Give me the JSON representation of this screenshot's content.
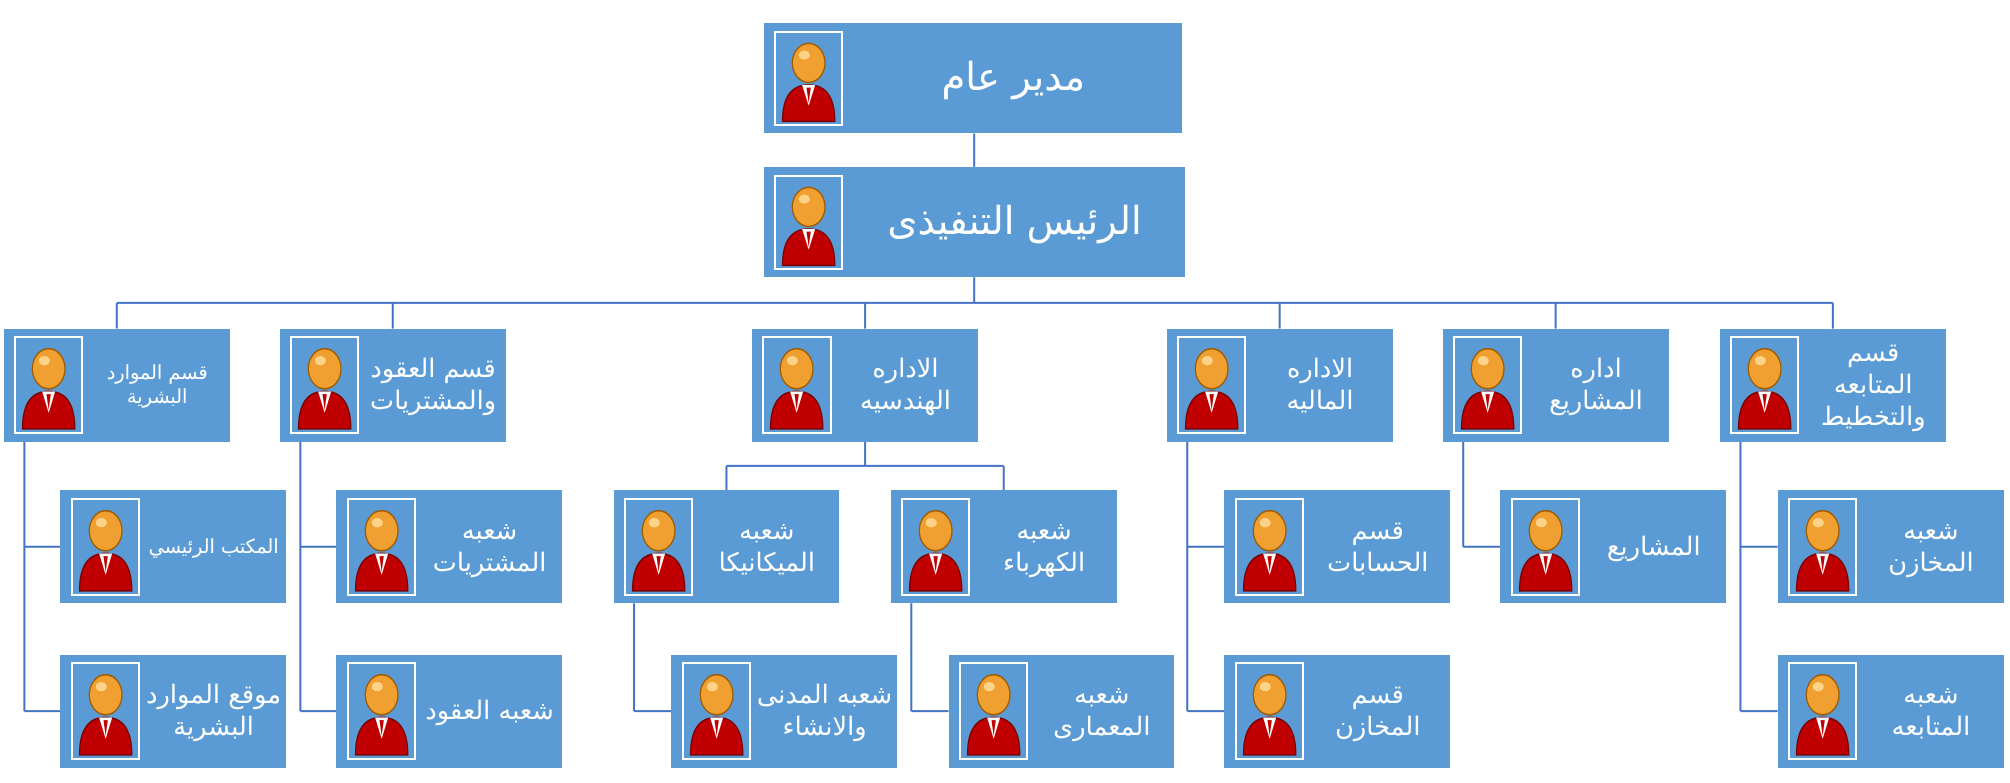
{
  "chart": {
    "nodes": {
      "general_manager": "مدير عام",
      "ceo": "الرئيس التنفيذى",
      "hr_dept": "قسم الموارد البشرية",
      "contracts_dept": "قسم العقود والمشتريات",
      "engineering_admin": "الاداره الهندسيه",
      "finance_admin": "الاداره الماليه",
      "projects_admin": "اداره المشاريع",
      "followup_dept": "قسم المتابعه والتخطيط",
      "main_office": "المكتب الرئيسي",
      "hr_site": "موقع الموارد البشرية",
      "purchases_div": "شعبه المشتريات",
      "contracts_div": "شعبه العقود",
      "mechanics_div": "شعبه الميكانيكا",
      "electric_div": "شعبه الكهرباء",
      "civil_div": "شعبه المدنى والانشاء",
      "architecture_div": "شعبه المعمارى",
      "accounts_dept": "قسم الحسابات",
      "stores_dept": "قسم المخازن",
      "projects": "المشاريع",
      "stores_div": "شعبه المخازن",
      "followup_div": "شعبه المتابعه"
    }
  },
  "colors": {
    "box_fill": "#5B9BD5",
    "connector": "#4472C4",
    "label_text": "#FFFFFF",
    "avatar_body": "#C00000",
    "avatar_head": "#F0A030"
  },
  "icons": {
    "person": "person-avatar-icon"
  }
}
